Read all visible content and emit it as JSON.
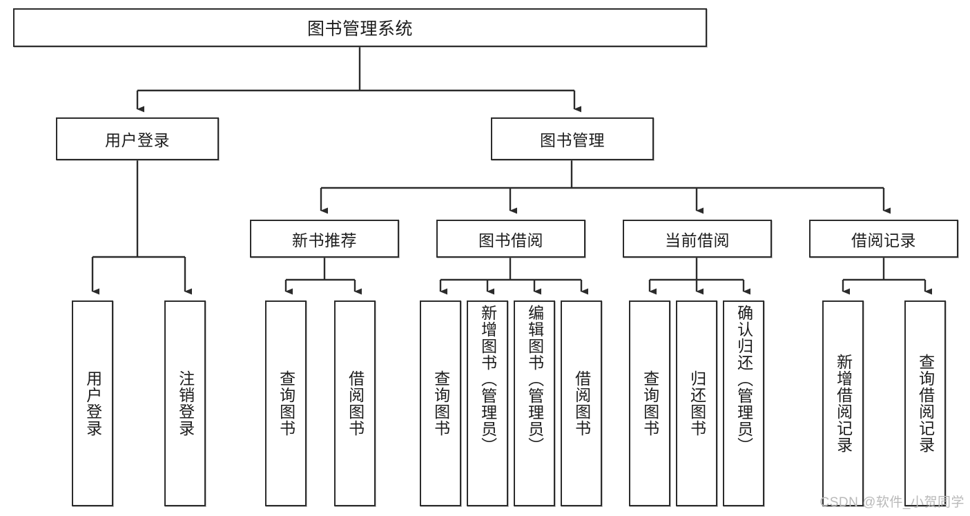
{
  "diagram": {
    "title": "图书管理系统",
    "type": "hierarchy-tree",
    "watermark": "CSDN @软件_小贺同学",
    "colors": {
      "stroke": "#2b2b2b",
      "fill": "#ffffff",
      "text": "#1c1c1c",
      "watermark": "#b9b9b9"
    },
    "nodes": {
      "root": {
        "label": "图书管理系统"
      },
      "level1": [
        {
          "id": "user-login",
          "label": "用户登录"
        },
        {
          "id": "book-manage",
          "label": "图书管理"
        }
      ],
      "level2": [
        {
          "id": "new-book-recommend",
          "label": "新书推荐"
        },
        {
          "id": "book-borrow",
          "label": "图书借阅"
        },
        {
          "id": "current-borrow",
          "label": "当前借阅"
        },
        {
          "id": "borrow-record",
          "label": "借阅记录"
        }
      ],
      "leaves": {
        "user_login": [
          {
            "id": "leaf-user-login",
            "label": "用户登录"
          },
          {
            "id": "leaf-logout-login",
            "label": "注销登录"
          }
        ],
        "new_book_recommend": [
          {
            "id": "leaf-query-book-1",
            "label": "查询图书"
          },
          {
            "id": "leaf-borrow-book-1",
            "label": "借阅图书"
          }
        ],
        "book_borrow": [
          {
            "id": "leaf-query-book-2",
            "label": "查询图书"
          },
          {
            "id": "leaf-add-book",
            "label": "新增图书（管理员）"
          },
          {
            "id": "leaf-edit-book",
            "label": "编辑图书（管理员）"
          },
          {
            "id": "leaf-borrow-book-2",
            "label": "借阅图书"
          }
        ],
        "current_borrow": [
          {
            "id": "leaf-query-book-3",
            "label": "查询图书"
          },
          {
            "id": "leaf-return-book",
            "label": "归还图书"
          },
          {
            "id": "leaf-confirm-return",
            "label": "确认归还（管理员）"
          }
        ],
        "borrow_record": [
          {
            "id": "leaf-add-record",
            "label": "新增借阅记录"
          },
          {
            "id": "leaf-query-record",
            "label": "查询借阅记录"
          }
        ]
      }
    }
  }
}
